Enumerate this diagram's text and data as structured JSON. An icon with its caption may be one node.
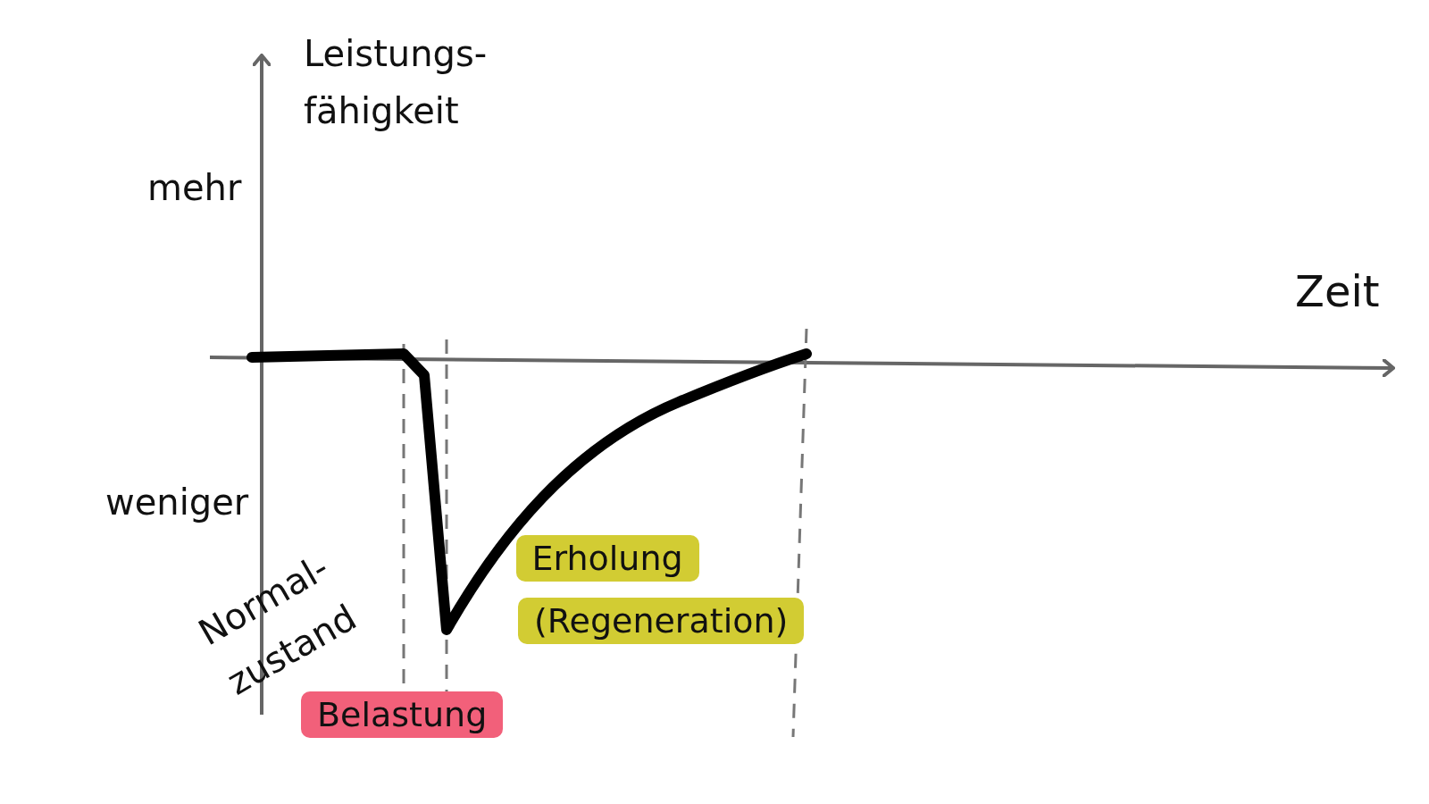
{
  "diagram": {
    "nodes": [
      {
        "text": [
          "Belastung"
        ]
      },
      {
        "text": [
          "Erholung"
        ]
      },
      {
        "text": [
          "(Regeneration)"
        ]
      }
    ],
    "edges": [],
    "labels": [
      "Leistungs- fähigkeit",
      "mehr",
      "Zeit",
      "weniger",
      "Normal- zustand"
    ]
  }
}
